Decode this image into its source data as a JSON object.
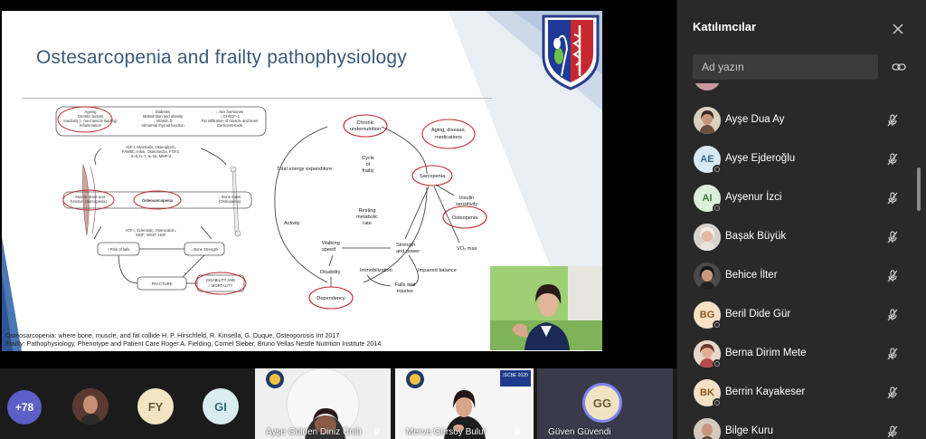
{
  "slide": {
    "title": "Ostesarcopenia and frailty pathophysiology",
    "citation_1": "Osteosarcopenia: where bone, muscle, and fat collide H. P. Hirschfeld, R. Kinsella, G. Duque, Osteoporosis Int 2017",
    "citation_2": "Frailty: Pathophysiology, Phenotype and Patient Care Roger A. Fielding, Cornel Sieber, Bruno Vellas Nestle Nutrition Institute 2014",
    "left_diagram": {
      "box_top_left": [
        "Ageing",
        "Genetic factors",
        "Inactivity (↓ mechanical loading)",
        "Inflammation"
      ],
      "box_top_mid": [
        "Diabetes",
        "Malnutrition and obesity",
        "↓ Vitamin D",
        "Abnormal thyroid function"
      ],
      "box_top_right": [
        "↓ Sex hormones",
        "↓ GH/IGF-1",
        "Fat infiltration of muscle and bone",
        "Corticosteroids"
      ],
      "factors_up": [
        "IGF-I, Myostatin, Osteoglycin,",
        "FAM5C, Irisin, Osteonectin, FGF2,",
        "IL-6, IL-7, IL-15, MMP-2"
      ],
      "muscle_label": [
        "↓ Muscle mass and",
        "function (Sarcopenia)"
      ],
      "center_label": "Osteosarcopenia",
      "bone_label": [
        "↓ Bone mass",
        "(Osteopenia)"
      ],
      "factors_down": [
        "IGF-I, Sclerostin, Osteocalcin,",
        "MGF, VEGF, HGF"
      ],
      "risk_falls": "↑ Risk of falls",
      "bone_strength": "↓ Bone Strength",
      "fracture": "FRACTURE",
      "disability": [
        "DISABILITY AND",
        "↑ MORTALITY"
      ]
    },
    "right_diagram": {
      "chronic": [
        "Chronic",
        "undernutrition"
      ],
      "aging": [
        "Aging, disease,",
        "medications"
      ],
      "energy": "Total energy expenditure",
      "cycle": [
        "Cycle",
        "of",
        "frailty"
      ],
      "sarcopenia": "Sarcopenia",
      "insulin": [
        "Insulin",
        "sensitivity"
      ],
      "osteopenia": "Osteopenia",
      "activity": "Activity",
      "resting": [
        "Resting",
        "metabolic",
        "rate"
      ],
      "walking": [
        "Walking",
        "speed"
      ],
      "strength": [
        "Strength",
        "and power"
      ],
      "vo2": "VO₂ max",
      "immobilization": "Immobilization",
      "impaired": "Impaired balance",
      "disability": "Disability",
      "falls": [
        "Falls and",
        "injuries"
      ],
      "dependency": "Dependency"
    }
  },
  "bottom_strip": {
    "overflow_count": "+78",
    "avatars": [
      {
        "initials": "",
        "bg": "#6b4a3a"
      },
      {
        "initials": "FY",
        "bg": "#f2e3c3",
        "fg": "#6b5a30"
      },
      {
        "initials": "GI",
        "bg": "#d9ecef",
        "fg": "#2f6b75"
      }
    ],
    "tiles": [
      {
        "name": "Ayşe Gülden Diniz Ünlü"
      },
      {
        "name": "Merve Gürsoy Bulut"
      },
      {
        "name": "Güven Güvendi",
        "initials": "GG"
      }
    ],
    "conf_label": "ISCBE 2020"
  },
  "participants_panel": {
    "title": "Katılımcılar",
    "search_placeholder": "Ad yazın",
    "participants": [
      {
        "name": "Ayşe Dua Ay",
        "initials": "",
        "photo": true,
        "bg": "#8a7a6a"
      },
      {
        "name": "Ayşe Ejderoğlu",
        "initials": "AE",
        "bg": "#d7e9f5",
        "fg": "#3b6b8c"
      },
      {
        "name": "Ayşenur İzci",
        "initials": "AI",
        "bg": "#dcefd9",
        "fg": "#3f7a3a"
      },
      {
        "name": "Başak Büyük",
        "initials": "",
        "photo": true,
        "bg": "#b8a79a"
      },
      {
        "name": "Behice İlter",
        "initials": "",
        "photo": true,
        "bg": "#3a3a3a"
      },
      {
        "name": "Beril Dide Gür",
        "initials": "BG",
        "bg": "#f5e1c6",
        "fg": "#8a5a20"
      },
      {
        "name": "Berna Dirim Mete",
        "initials": "",
        "photo": true,
        "bg": "#c59a86"
      },
      {
        "name": "Berrin Kayakeser",
        "initials": "BK",
        "bg": "#f5e1c6",
        "fg": "#8a5a20"
      },
      {
        "name": "Bilge Kuru",
        "initials": "",
        "photo": true,
        "bg": "#9a8070"
      }
    ]
  }
}
